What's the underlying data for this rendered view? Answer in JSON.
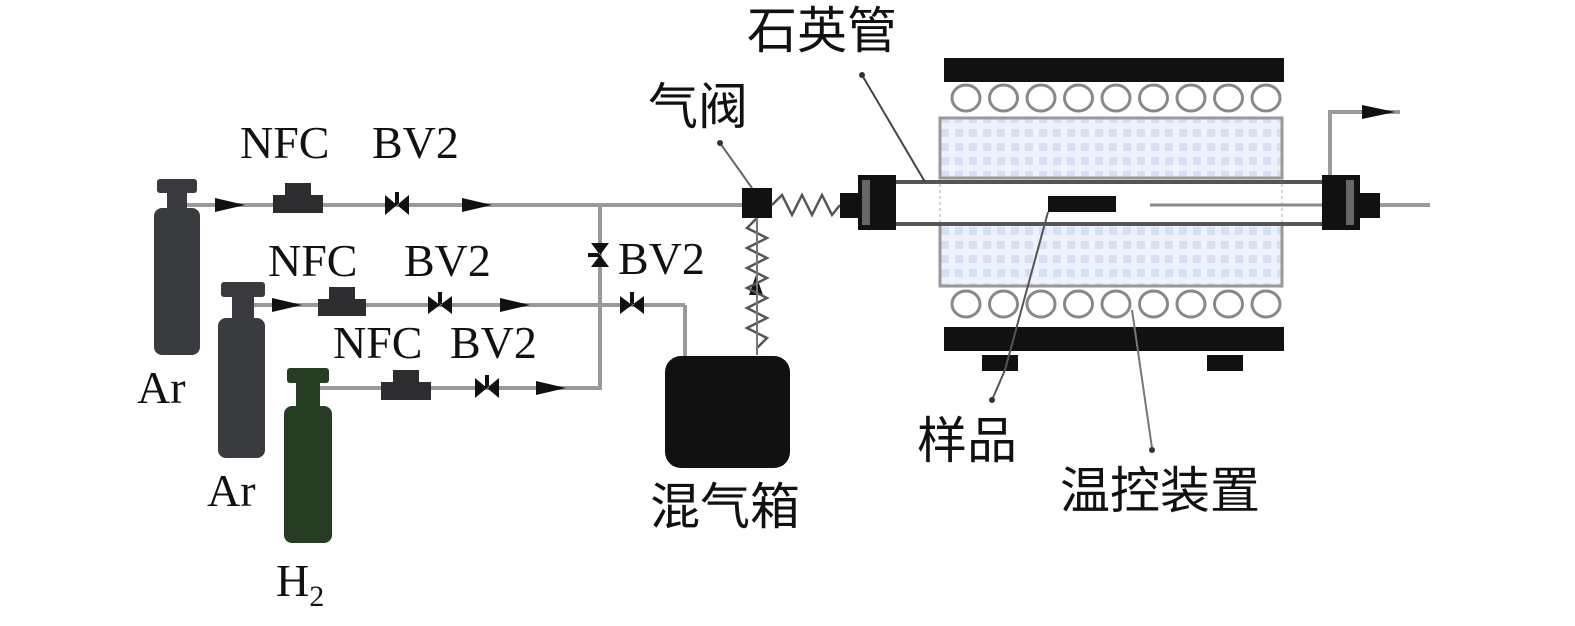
{
  "labels": {
    "nfc_1": "NFC",
    "bv2_1": "BV2",
    "nfc_2": "NFC",
    "bv2_2": "BV2",
    "nfc_3": "NFC",
    "bv2_3": "BV2",
    "bv2_bypass": "BV2",
    "ar_1": "Ar",
    "ar_2": "Ar",
    "h2_main": "H",
    "h2_sub": "2",
    "gas_valve": "气阀",
    "quartz_tube": "石英管",
    "mixing_box": "混气箱",
    "sample": "样品",
    "temp_control": "温控装置"
  },
  "colors": {
    "cylinder_gray": "#3a3b3f",
    "cylinder_green": "#263d24",
    "pipe": "#9a9a9a",
    "dark": "#111111",
    "insulation": "#dfe7f6"
  }
}
